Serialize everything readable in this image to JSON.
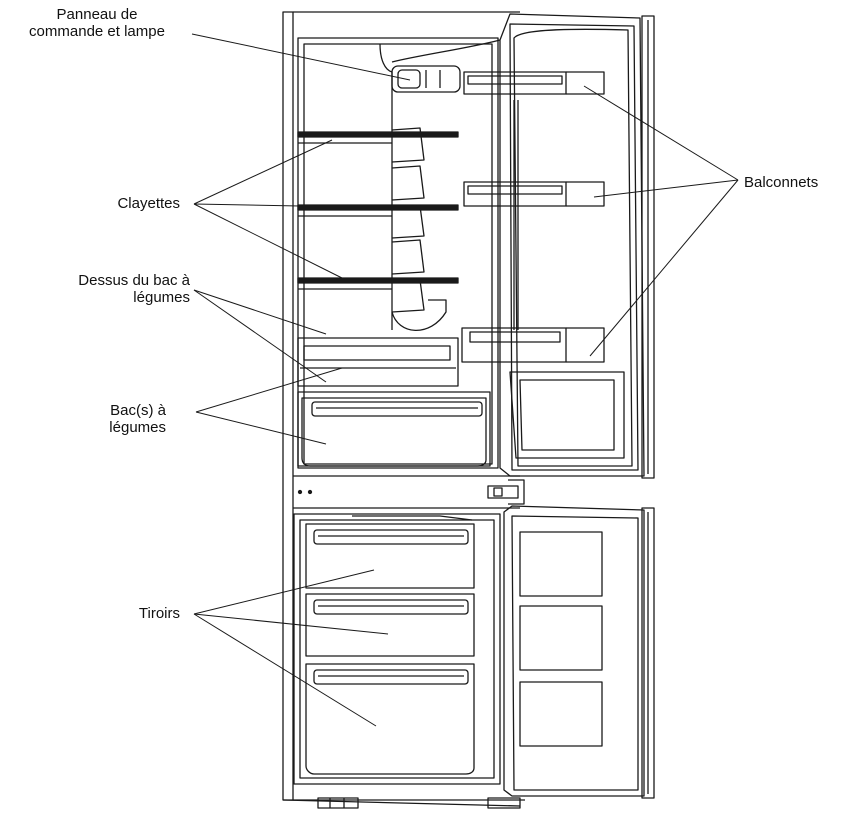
{
  "labels": {
    "control_panel": "Panneau de\ncommande et lampe",
    "shelves": "Clayettes",
    "crisper_cover": "Dessus du bac à\nlégumes",
    "crisper": "Bac(s) à\nlégumes",
    "drawers": "Tiroirs",
    "door_balconies": "Balconnets"
  },
  "colors": {
    "line": "#1a1a1a",
    "fill": "#ffffff"
  }
}
